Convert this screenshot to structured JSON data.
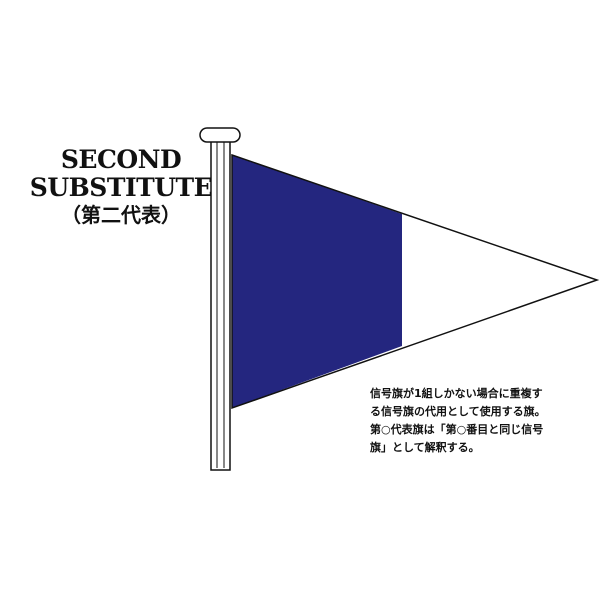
{
  "title": {
    "line1": "SECOND",
    "line2": "SUBSTITUTE",
    "line3": "（第二代表）"
  },
  "flag": {
    "shape": "pennant",
    "hoist_color": "#24267f",
    "fly_color": "#ffffff",
    "outline_color": "#111111",
    "pole_color": "#ffffff"
  },
  "description": {
    "lines": [
      "信号旗が1組しかない場合に重複す",
      "る信号旗の代用として使用する旗。",
      "第○代表旗は「第○番目と同じ信号",
      "旗」として解釈する。"
    ]
  }
}
